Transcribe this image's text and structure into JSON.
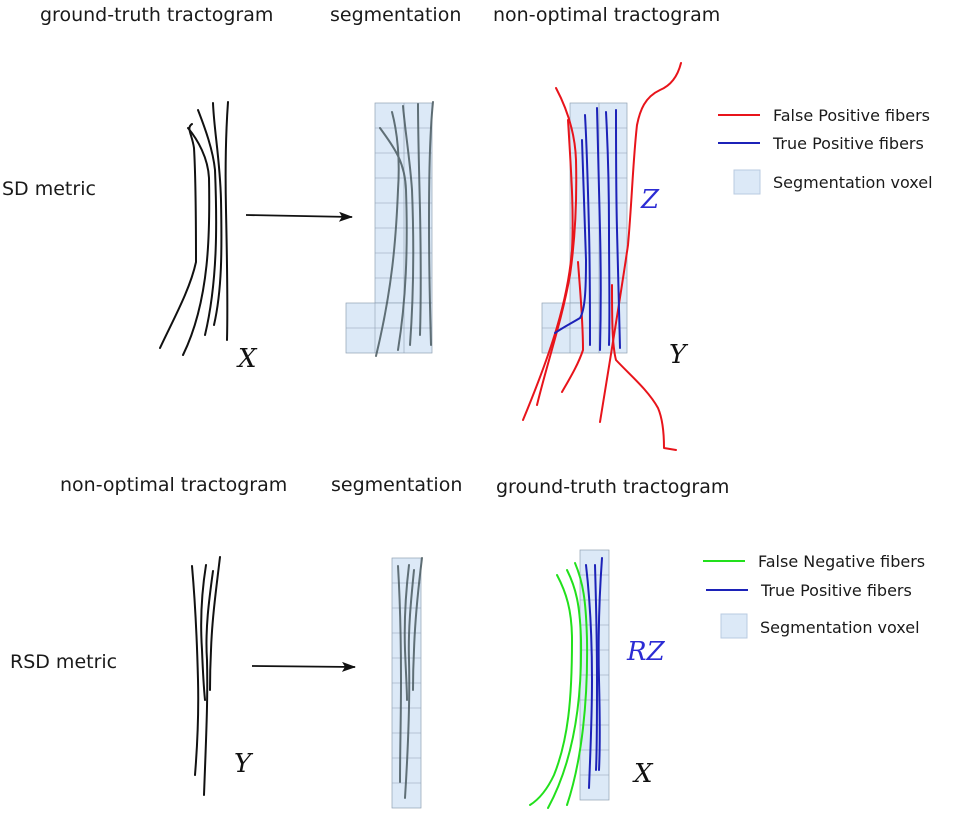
{
  "colors": {
    "black_fiber": "#111111",
    "seg_fiber": "#4a5a60",
    "false_positive": "#e8141b",
    "true_positive": "#1c22b8",
    "false_negative": "#22e01c",
    "voxel_fill": "#dce9f7",
    "math_blue": "#2c2cd4",
    "math_black": "#111111"
  },
  "top": {
    "col1_title": "ground-truth tractogram",
    "col2_title": "segmentation",
    "col3_title": "non-optimal tractogram",
    "row_label": "SD metric",
    "var_left": "X",
    "var_mid": "Z",
    "var_right": "Y",
    "legend": [
      {
        "label": "False Positive fibers",
        "kind": "line",
        "color_key": "false_positive"
      },
      {
        "label": "True Positive fibers",
        "kind": "line",
        "color_key": "true_positive"
      },
      {
        "label": "Segmentation voxel",
        "kind": "box"
      }
    ]
  },
  "bottom": {
    "col1_title": "non-optimal tractogram",
    "col2_title": "segmentation",
    "col3_title": "ground-truth tractogram",
    "row_label": "RSD metric",
    "var_left": "Y",
    "var_mid": "RZ",
    "var_right": "X",
    "legend": [
      {
        "label": "False Negative fibers",
        "kind": "line",
        "color_key": "false_negative"
      },
      {
        "label": "True Positive fibers",
        "kind": "line",
        "color_key": "true_positive"
      },
      {
        "label": "Segmentation voxel",
        "kind": "box"
      }
    ]
  }
}
